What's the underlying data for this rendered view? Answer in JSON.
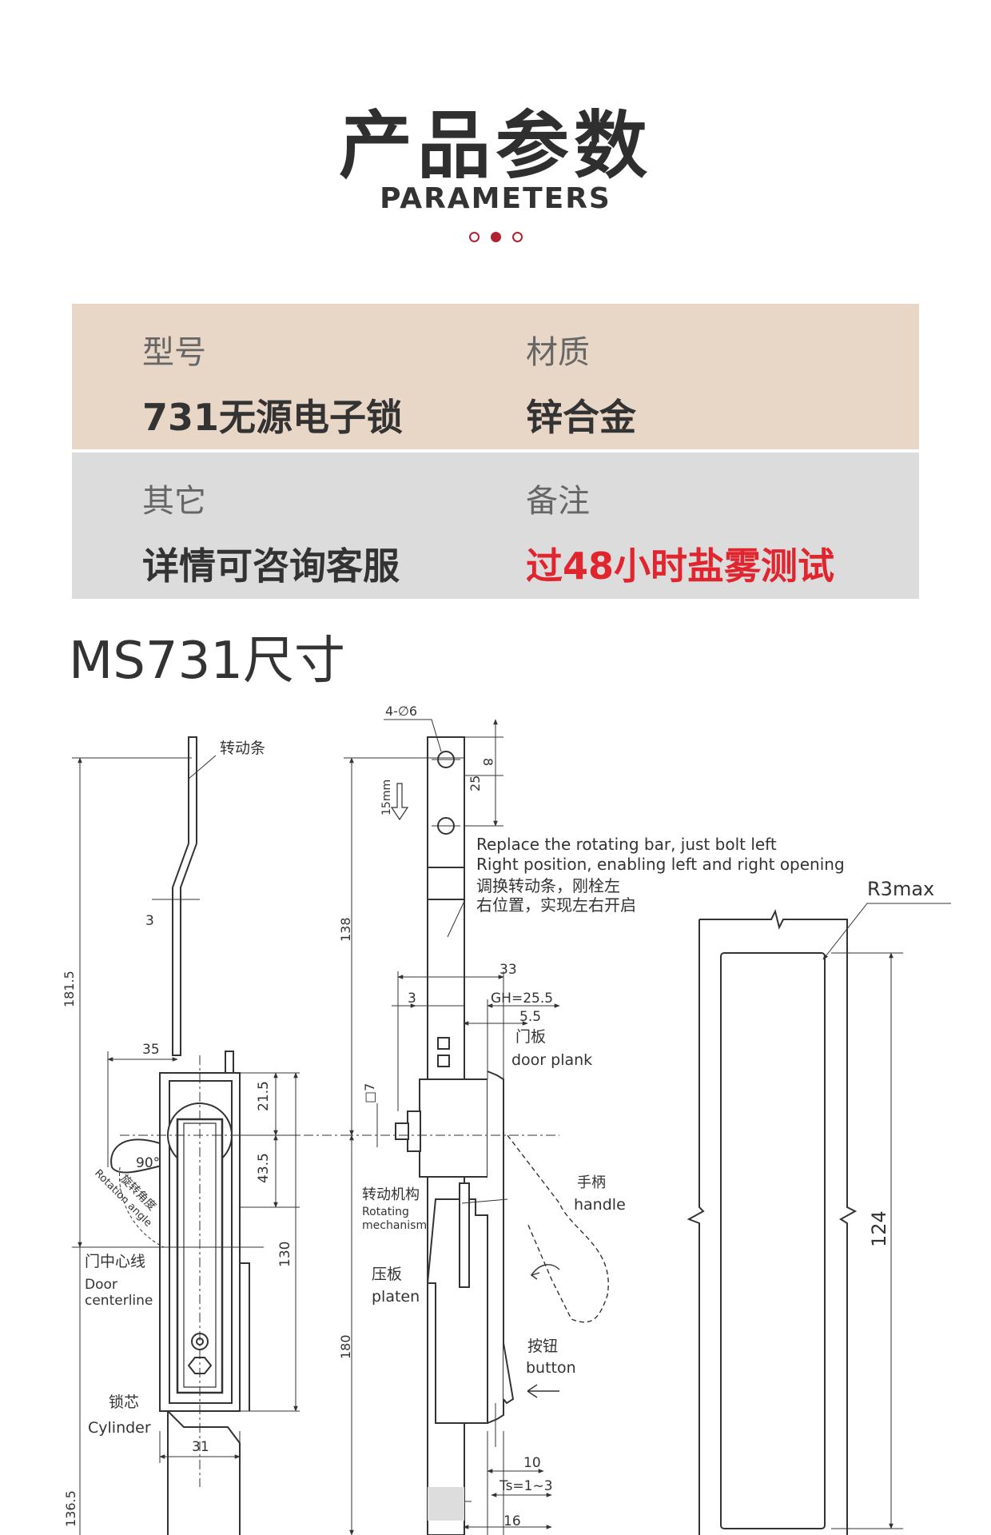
{
  "header": {
    "title": "产品参数",
    "subtitle": "PARAMETERS"
  },
  "params": {
    "model_label": "型号",
    "model_value": "731无源电子锁",
    "material_label": "材质",
    "material_value": "锌合金",
    "other_label": "其它",
    "other_value": "详情可咨询客服",
    "note_label": "备注",
    "note_value": "过48小时盐雾测试"
  },
  "colors": {
    "row1_bg": "#e8d7c6",
    "row2_bg": "#dcdcdc",
    "accent_red": "#e1252f",
    "dot_red": "#b02230"
  },
  "dimensions_section": {
    "title": "MS731尺寸",
    "labels": {
      "rotating_bar": "转动条",
      "hole_spec": "4-∅6",
      "dim_8": "8",
      "dim_25": "25",
      "dim_15mm": "15mm",
      "dim_138": "138",
      "dim_181_5": "181.5",
      "dim_3_left": "3",
      "dim_35": "35",
      "dim_21_5": "21.5",
      "dim_43_5": "43.5",
      "dim_130": "130",
      "dim_90": "90°",
      "rotation_cn": "旋转角度",
      "rotation_en": "Rotation angle",
      "door_center_cn": "门中心线",
      "door_center_en1": "Door",
      "door_center_en2": "centerline",
      "cylinder_cn": "锁芯",
      "cylinder_en": "Cylinder",
      "dim_31": "31",
      "dim_136_5": "136.5",
      "dim_180": "180",
      "note_en1": "Replace the rotating bar, just bolt left",
      "note_en2": "Right position, enabling left and right opening",
      "note_cn1": "调换转动条，刚栓左",
      "note_cn2": "右位置，实现左右开启",
      "dim_33": "33",
      "dim_3_mid": "3",
      "gh": "GH=25.5",
      "dim_5_5": "5.5",
      "door_plank_cn": "门板",
      "door_plank_en": "door plank",
      "square_7": "□7",
      "mechanism_cn": "转动机构",
      "mechanism_en1": "Rotating",
      "mechanism_en2": "mechanism",
      "platen_cn": "压板",
      "platen_en": "platen",
      "handle_cn": "手柄",
      "handle_en": "handle",
      "button_cn": "按钮",
      "button_en": "button",
      "dim_10": "10",
      "ts": "Ts=1~3",
      "dim_16": "16",
      "r3max": "R3max",
      "dim_124": "124"
    }
  }
}
